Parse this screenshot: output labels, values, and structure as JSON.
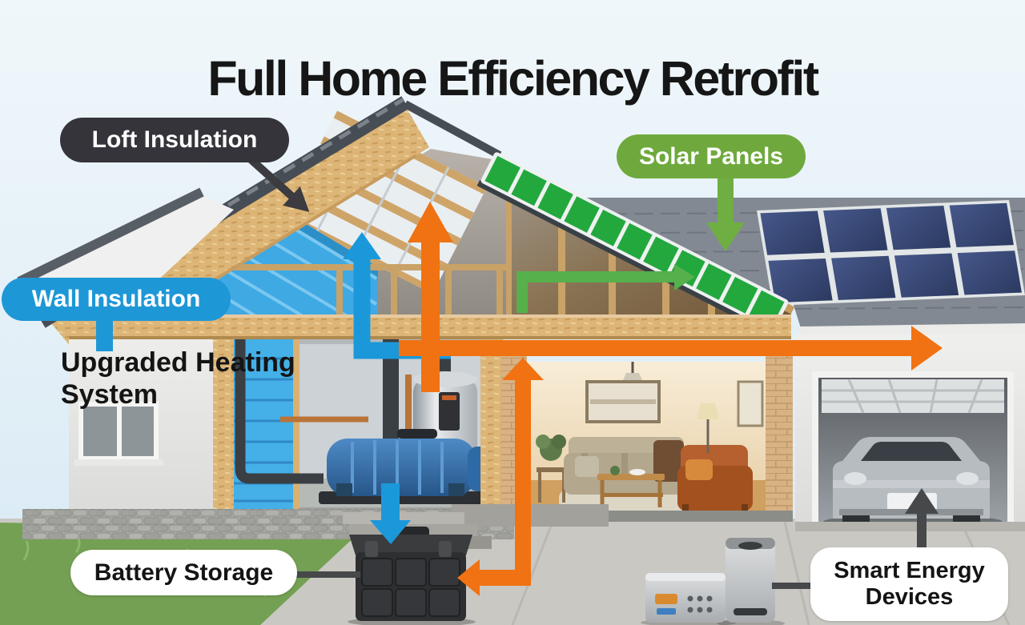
{
  "title": {
    "text": "Full Home Efficiency Retrofit",
    "color": "#161616"
  },
  "callouts": {
    "loft_insulation": {
      "label": "Loft Insulation",
      "shape": "pill",
      "bg_color": "#35343a",
      "text_color": "#ffffff",
      "pointer": "dark-arrow-down-right-to-roof-cutaway"
    },
    "solar_panels": {
      "label": "Solar Panels",
      "shape": "pill",
      "bg_color": "#6fa93d",
      "text_color": "#ffffff",
      "pointer": "green-arrow-down-to-roof"
    },
    "wall_insulation": {
      "label": "Wall Insulation",
      "shape": "pill",
      "bg_color": "#1e97d6",
      "text_color": "#ffffff",
      "pointer": "blue-tail-down-to-wall"
    },
    "upgraded_heating_system": {
      "label": "Upgraded Heating System",
      "shape": "plain-text",
      "text_color": "#141414"
    },
    "battery_storage": {
      "label": "Battery Storage",
      "shape": "pill",
      "bg_color": "#ffffff",
      "text_color": "#141414",
      "pointer": "dark-line-right-to-battery-box"
    },
    "smart_energy_devices": {
      "label": "Smart Energy Devices",
      "shape": "rounded-box",
      "bg_color": "#ffffff",
      "text_color": "#141414",
      "pointers": [
        "dark-arrow-up-to-ev-car",
        "dark-line-left-to-devices"
      ]
    }
  },
  "flow_arrows": {
    "heating_orange": {
      "color": "#f07212",
      "paths": [
        "up-through-loft",
        "long-right-across-house-to-garage",
        "up-into-living-room-and-down-left-into-battery"
      ]
    },
    "water_blue": {
      "color": "#1b98da",
      "paths": [
        "left-then-up-into-loft-from-heater",
        "down-from-heat-pump-to-battery"
      ]
    },
    "solar_green": {
      "color": "#56b04b",
      "paths": [
        "up-then-right-into-roof-solar-strip"
      ]
    },
    "connector_dark": {
      "color": "#46484a"
    }
  },
  "scene": {
    "sky_color": "#e6f1f8",
    "house": [
      "left-roof-tiles",
      "loft-cutaway-osb",
      "loft-blue-insulation",
      "white-roof-sheathing",
      "gable-studs",
      "attic-floor-band",
      "left-white-wall",
      "window"
    ],
    "roof_solar_strip": {
      "panel_color": "#23a83e",
      "panel_count": 11
    },
    "garage_roof_solar_array": {
      "panel_color": "#394a74",
      "rows": 2,
      "cols": 4
    },
    "utility_room": [
      "wall-insulation-blue",
      "heat-pump-blue",
      "water-heater-tank",
      "dark-pipes",
      "copper-pipes"
    ],
    "living_room": [
      "pendant-lamp",
      "wall-picture",
      "sofa",
      "armchair",
      "coffee-table",
      "rug",
      "floor-lamp",
      "plant-table"
    ],
    "garage": [
      "open-garage-door",
      "silver-ev-car"
    ],
    "outside": [
      "grass",
      "driveway",
      "stone-foundation",
      "steps",
      "battery-storage-box",
      "smart-hub-mini-pc",
      "smart-tower-device"
    ]
  }
}
